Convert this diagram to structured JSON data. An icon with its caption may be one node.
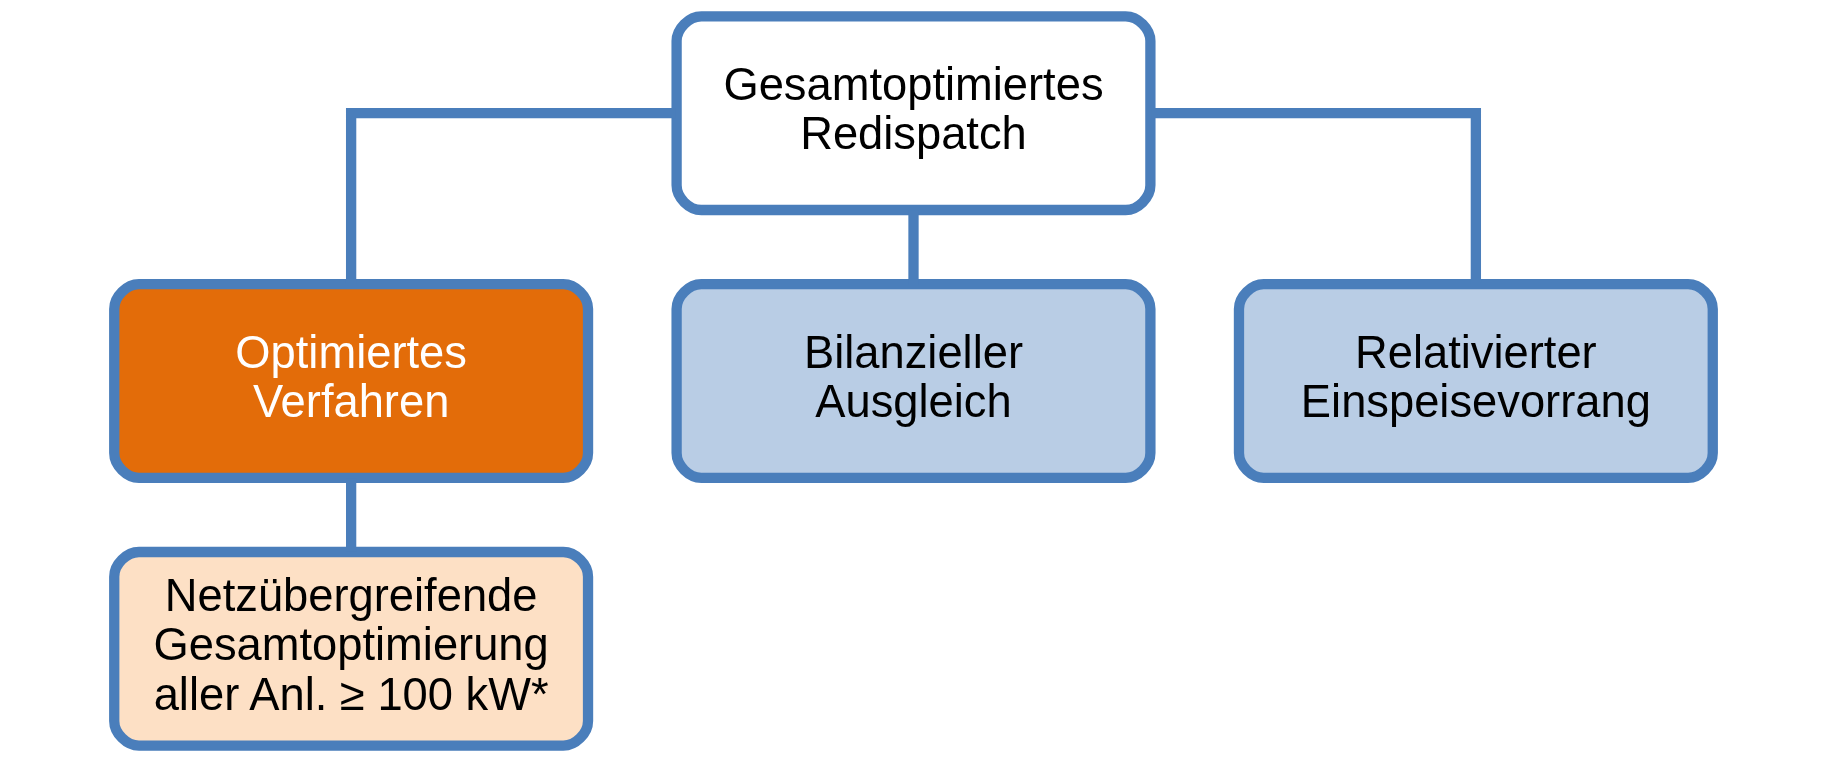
{
  "diagram": {
    "nodes": [
      {
        "text": [
          "Gesamtoptimiertes Redispatch"
        ]
      },
      {
        "text": [
          "Optimiertes Verfahren"
        ]
      },
      {
        "text": [
          "Bilanzieller Ausgleich"
        ]
      },
      {
        "text": [
          "Relativierter Einspeisevorrang"
        ]
      },
      {
        "text": [
          "Netzübergreifende Gesamtoptimierung aller Anl. ≥ 100 kW*"
        ]
      }
    ],
    "edges": [
      {
        "from": 0,
        "to": 1,
        "arrow": "none"
      },
      {
        "from": 0,
        "to": 2,
        "arrow": "none"
      },
      {
        "from": 0,
        "to": 3,
        "arrow": "none"
      },
      {
        "from": 1,
        "to": 4,
        "arrow": "none"
      }
    ]
  }
}
